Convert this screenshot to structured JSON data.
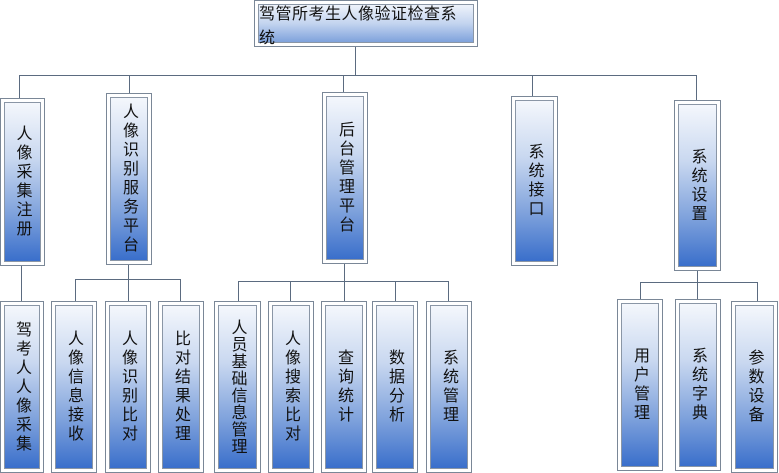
{
  "diagram": {
    "title": "驾管所考生人像验证检查系统",
    "colors": {
      "connector": "#5b6b80",
      "box_border": "#7a8797",
      "gradient_top": "#f4f7fc",
      "gradient_bottom": "#3a6fcb"
    },
    "level1": [
      {
        "label": "人像采集注册"
      },
      {
        "label": "人像识别服务平台"
      },
      {
        "label": "后台管理平台"
      },
      {
        "label": "系统接口"
      },
      {
        "label": "系统设置"
      }
    ],
    "level2": {
      "capture": [
        {
          "label": "驾考人人像采集"
        }
      ],
      "recognition": [
        {
          "label": "人像信息接收"
        },
        {
          "label": "人像识别比对"
        },
        {
          "label": "比对结果处理"
        }
      ],
      "backend": [
        {
          "label": "人员基础信息管理"
        },
        {
          "label": "人像搜索比对"
        },
        {
          "label": "查询统计"
        },
        {
          "label": "数据分析"
        },
        {
          "label": "系统管理"
        }
      ],
      "settings": [
        {
          "label": "用户管理"
        },
        {
          "label": "系统字典"
        },
        {
          "label": "参数设备"
        }
      ]
    }
  }
}
